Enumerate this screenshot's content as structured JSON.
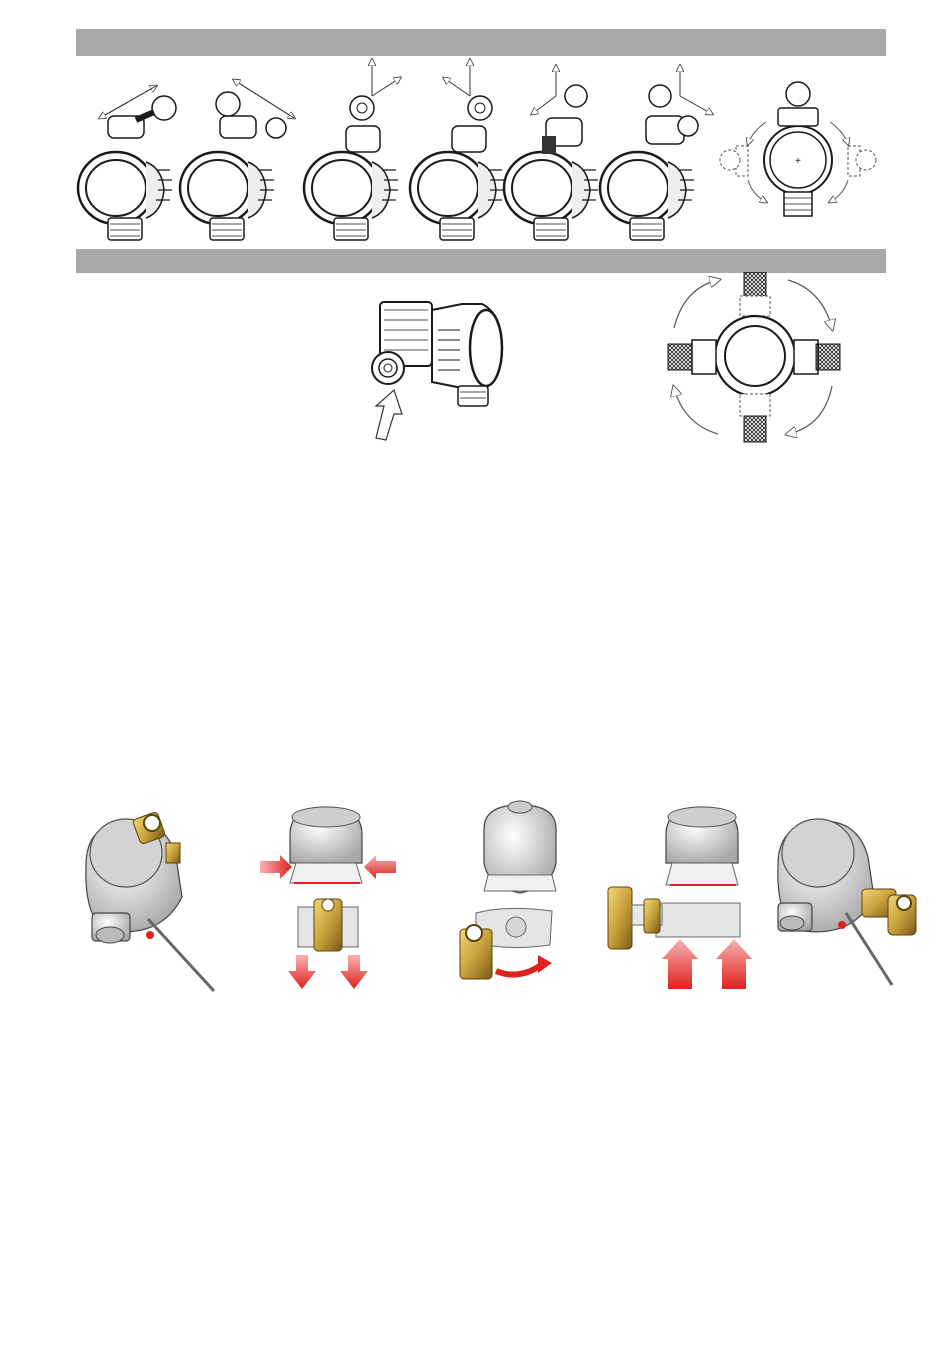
{
  "page": {
    "section_bands": [
      {
        "id": "band-top",
        "label": ""
      },
      {
        "id": "band-middle",
        "label": ""
      }
    ],
    "figures": {
      "top_row": [
        {
          "name": "meter-orientation-horizontal-left"
        },
        {
          "name": "meter-orientation-horizontal-right"
        },
        {
          "name": "meter-orientation-vertical-up-1"
        },
        {
          "name": "meter-orientation-vertical-up-2"
        },
        {
          "name": "meter-orientation-angled-left"
        },
        {
          "name": "meter-orientation-angled-right"
        },
        {
          "name": "meter-rotation-diagram"
        }
      ],
      "middle_row": [
        {
          "name": "meter-side-view-inlet-arrow"
        },
        {
          "name": "meter-rotation-diagram-large"
        }
      ],
      "bottom_row": [
        {
          "name": "step-remove-seal-wire"
        },
        {
          "name": "step-release-clips"
        },
        {
          "name": "step-rotate-body"
        },
        {
          "name": "step-reattach"
        },
        {
          "name": "step-reseal-wire"
        }
      ]
    },
    "colors": {
      "band": "#a9a9a9",
      "line": "#1a1a1a",
      "brass": "#c9a13b",
      "brass_dark": "#8a6a1c",
      "red_arrow": "#e0221c",
      "metal": "#d9d9d9"
    }
  }
}
